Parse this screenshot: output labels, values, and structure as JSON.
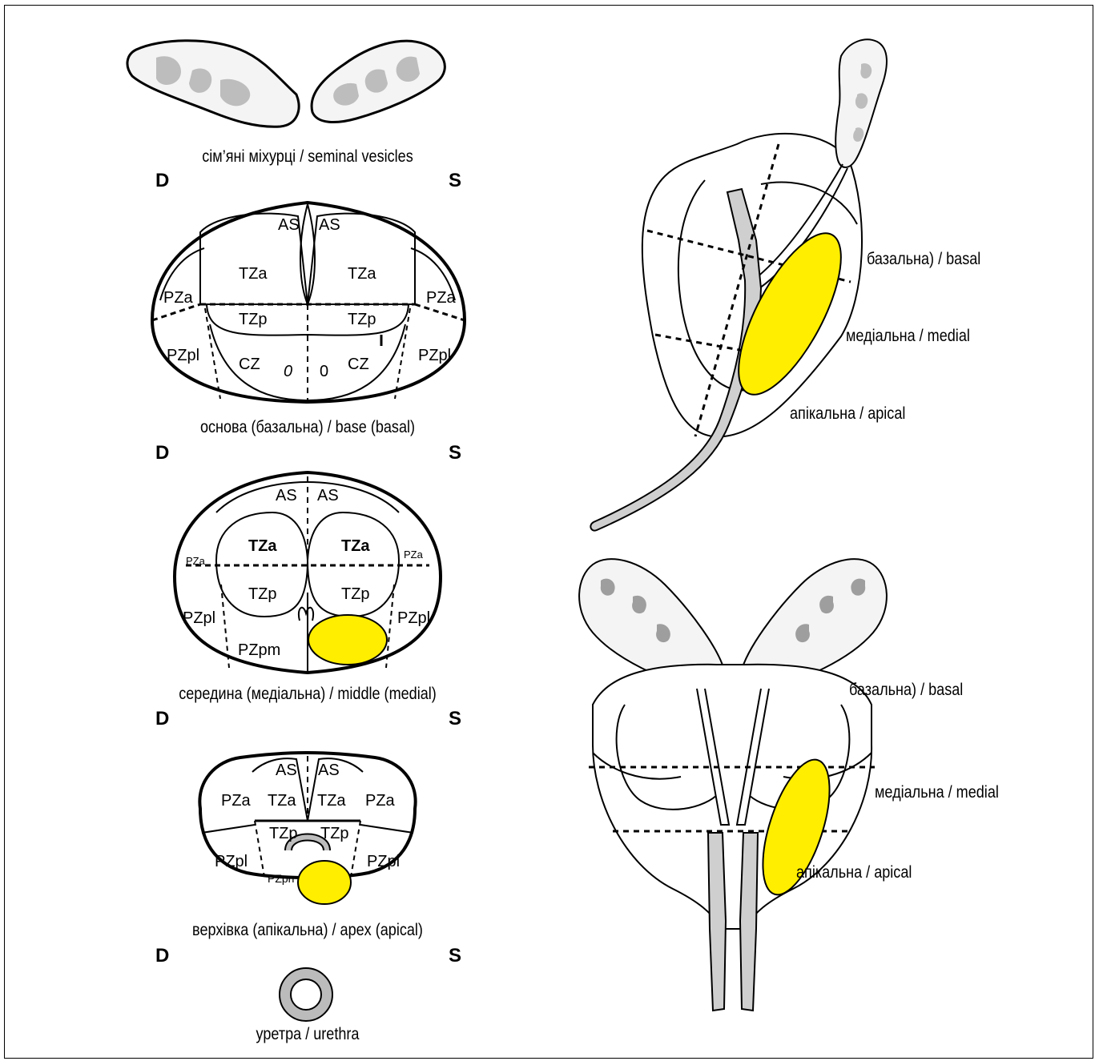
{
  "captions": {
    "seminal_vesicles": "сім’яні міхурці / seminal vesicles",
    "base": "основа (базальна) / base (basal)",
    "middle": "середина (медіальна) / middle (medial)",
    "apex": "верхівка (апікальна) / apex (apical)",
    "urethra": "уретра / urethra"
  },
  "side_markers": {
    "left": "D",
    "right": "S"
  },
  "zones": {
    "as": "AS",
    "tza": "TZa",
    "tzp": "TZp",
    "pza": "PZa",
    "pzpl": "PZpl",
    "cz": "CZ",
    "pzpm": "PZpm",
    "pzpm_short": "PZpn",
    "duct": "0"
  },
  "sagittal_labels": {
    "basal": "базальна) / basal",
    "medial": "медіальна / medial",
    "apical": "апікальна / apical"
  },
  "coronal_labels": {
    "basal": "базальна) / basal",
    "medial": "медіальна / medial",
    "apical": "апікальна / apical"
  },
  "colors": {
    "lesion": "#ffee00",
    "gland_tissue": "#f2f2f2",
    "vesicle_lumen": "#bdbdbd",
    "urethra_gray": "#bbbbbb",
    "outline": "#000000"
  }
}
